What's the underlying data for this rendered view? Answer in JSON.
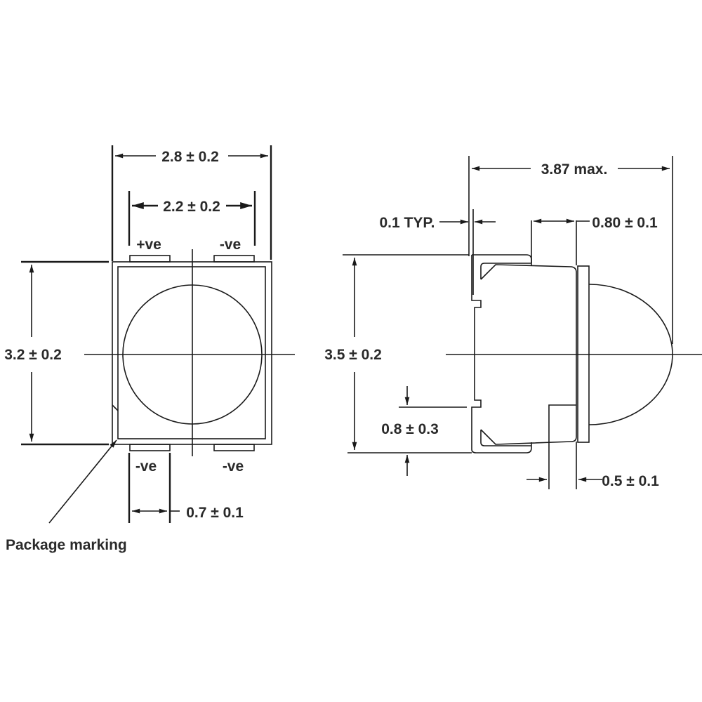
{
  "front_view": {
    "width_overall": "2.8 ± 0.2",
    "pad_span": "2.2 ± 0.2",
    "height": "3.2 ± 0.2",
    "pad_width": "0.7 ± 0.1",
    "pad_labels": [
      "+ve",
      "-ve",
      "-ve",
      "-ve"
    ],
    "package_marking": "Package marking"
  },
  "side_view": {
    "length_max": "3.87 max.",
    "lead_thickness": "0.1 TYP.",
    "body_offset": "0.80 ± 0.1",
    "height": "3.5 ± 0.2",
    "lead_height": "0.8 ± 0.3",
    "lead_length": "0.5 ± 0.1"
  },
  "colors": {
    "line": "#1a1a1a",
    "background": "#ffffff"
  }
}
